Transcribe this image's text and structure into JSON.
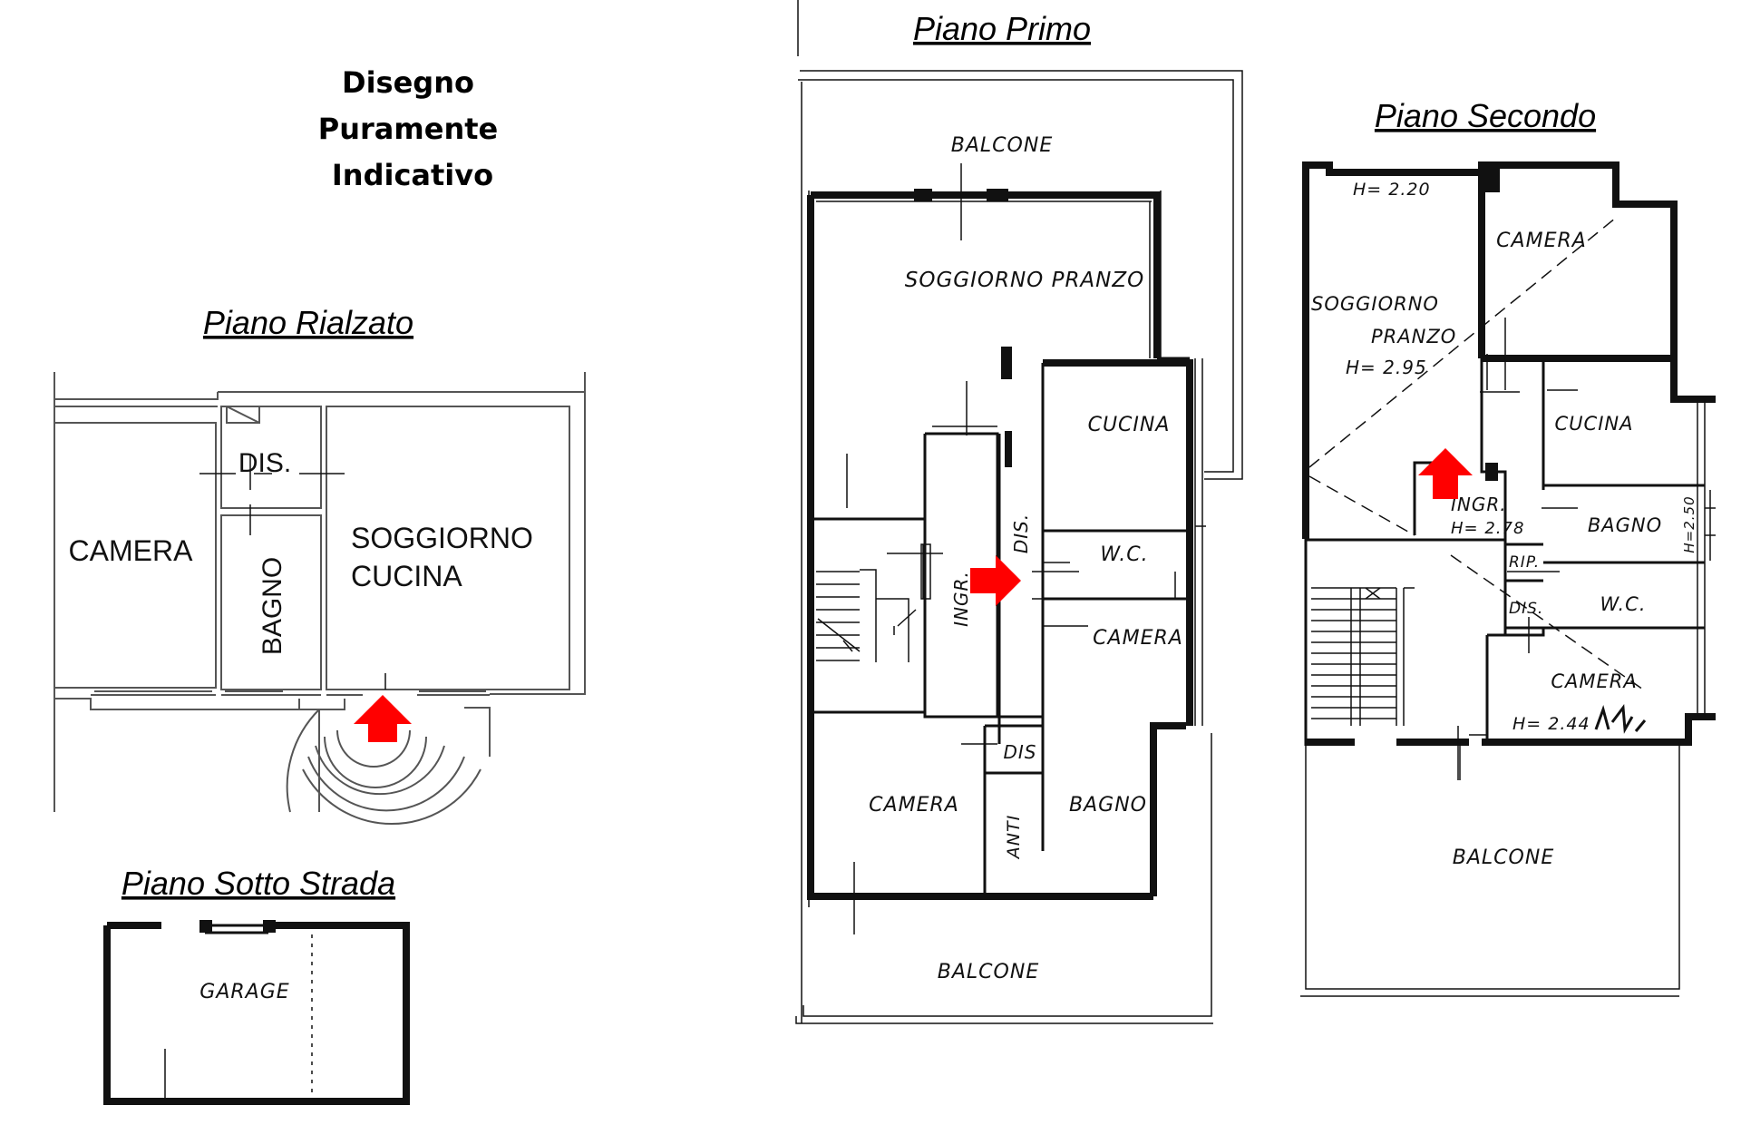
{
  "note": {
    "line1": "Disegno",
    "line2": "Puramente",
    "line3": "Indicativo"
  },
  "titles": {
    "rialzato": "Piano Rialzato",
    "sotto_strada": "Piano Sotto Strada",
    "primo": "Piano Primo",
    "secondo": "Piano Secondo"
  },
  "rialzato": {
    "camera": "CAMERA",
    "dis": "DIS.",
    "bagno": "BAGNO",
    "soggiorno_1": "SOGGIORNO",
    "soggiorno_2": "CUCINA"
  },
  "sotto_strada": {
    "garage": "GARAGE"
  },
  "primo": {
    "balcone_top": "BALCONE",
    "soggiorno": "SOGGIORNO PRANZO",
    "cucina": "CUCINA",
    "dis": "DIS.",
    "ingr": "INGR.",
    "wc": "W.C.",
    "camera_right": "CAMERA",
    "dis_small": "DIS",
    "camera_bottom": "CAMERA",
    "anti": "ANTI",
    "bagno": "BAGNO",
    "balcone_bottom": "BALCONE"
  },
  "secondo": {
    "h220": "H= 2.20",
    "camera_top": "CAMERA",
    "soggiorno_1": "SOGGIORNO",
    "soggiorno_2": "PRANZO",
    "h295": "H= 2.95",
    "cucina": "CUCINA",
    "ingr": "INGR.",
    "h278": "H= 2.78",
    "bagno": "BAGNO",
    "h250": "H=2.50",
    "rip": "RIP.",
    "dis": "DIS.",
    "wc": "W.C.",
    "camera_bottom": "CAMERA",
    "h244": "H= 2.44",
    "balcone": "BALCONE"
  },
  "colors": {
    "arrow": "#ff0000",
    "ink": "#111111"
  }
}
